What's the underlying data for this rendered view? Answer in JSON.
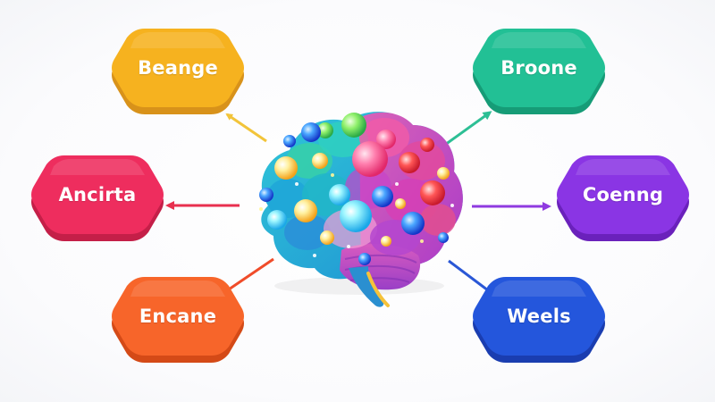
{
  "nodes": {
    "top_left": {
      "label": "Beange",
      "color": "#f6b21f",
      "shade": "#d8921a"
    },
    "middle_left": {
      "label": "Ancirta",
      "color": "#ee2d5e",
      "shade": "#c41f48"
    },
    "bottom_left": {
      "label": "Encane",
      "color": "#f7652a",
      "shade": "#d44a17"
    },
    "top_right": {
      "label": "Broone",
      "color": "#22c095",
      "shade": "#169c77"
    },
    "middle_right": {
      "label": "Coenng",
      "color": "#8a35e4",
      "shade": "#6a21bb"
    },
    "bottom_right": {
      "label": "Weels",
      "color": "#2456dc",
      "shade": "#1a3db0"
    }
  },
  "arrows": {
    "to_top_left": {
      "color": "#f2c43a"
    },
    "to_middle_left": {
      "color": "#e8304f"
    },
    "to_bottom_left": {
      "color": "#f04c2a"
    },
    "to_top_right": {
      "color": "#2dbf95"
    },
    "to_middle_right": {
      "color": "#8f3ae0"
    },
    "to_bottom_right": {
      "color": "#2a57d6"
    }
  },
  "center": {
    "icon": "brain-icon"
  }
}
